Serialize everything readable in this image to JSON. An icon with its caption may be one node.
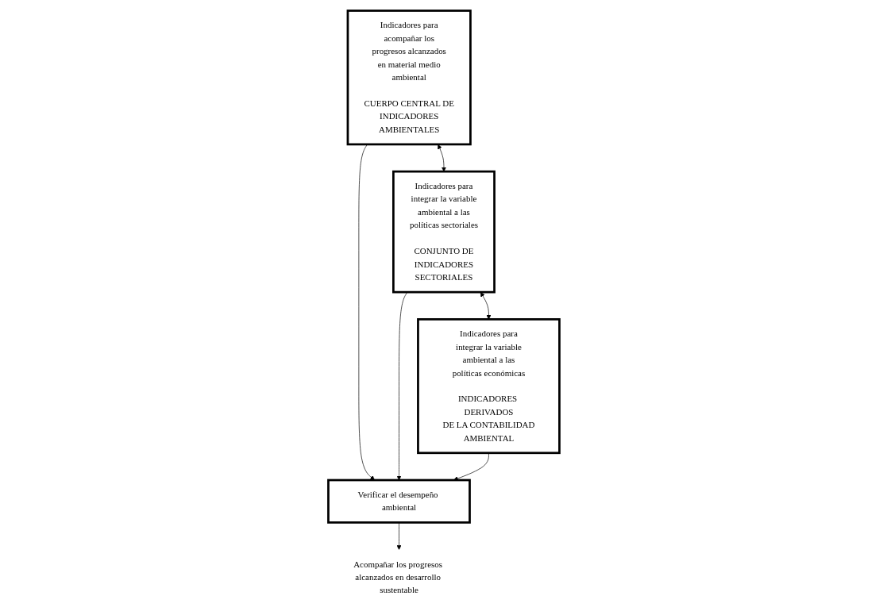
{
  "diagram": {
    "nodes": [
      {
        "text": [
          "Indicadores para acompañar los progresos alcanzados en material medio ambiental",
          "CUERPO CENTRAL DE INDICADORES AMBIENTALES"
        ]
      },
      {
        "text": [
          "Indicadores para integrar la variable ambiental a las políticas sectoriales",
          "CONJUNTO DE INDICADORES SECTORIALES"
        ]
      },
      {
        "text": [
          "Indicadores para integrar la variable ambiental a las políticas económicas",
          "INDICADORES DERIVADOS DE LA CONTABILIDAD AMBIENTAL"
        ]
      },
      {
        "text": [
          "Verificar el desempeño ambiental"
        ]
      },
      {
        "text": [
          "Acompañar los progresos alcanzados en desarrollo sustentable"
        ]
      }
    ],
    "edges": [
      {
        "from": 0,
        "to": 1,
        "arrow": "both"
      },
      {
        "from": 1,
        "to": 2,
        "arrow": "both"
      },
      {
        "from": 0,
        "to": 3,
        "arrow": "to"
      },
      {
        "from": 1,
        "to": 3,
        "arrow": "to"
      },
      {
        "from": 2,
        "to": 3,
        "arrow": "to"
      },
      {
        "from": 3,
        "to": 4,
        "arrow": "to"
      }
    ]
  }
}
